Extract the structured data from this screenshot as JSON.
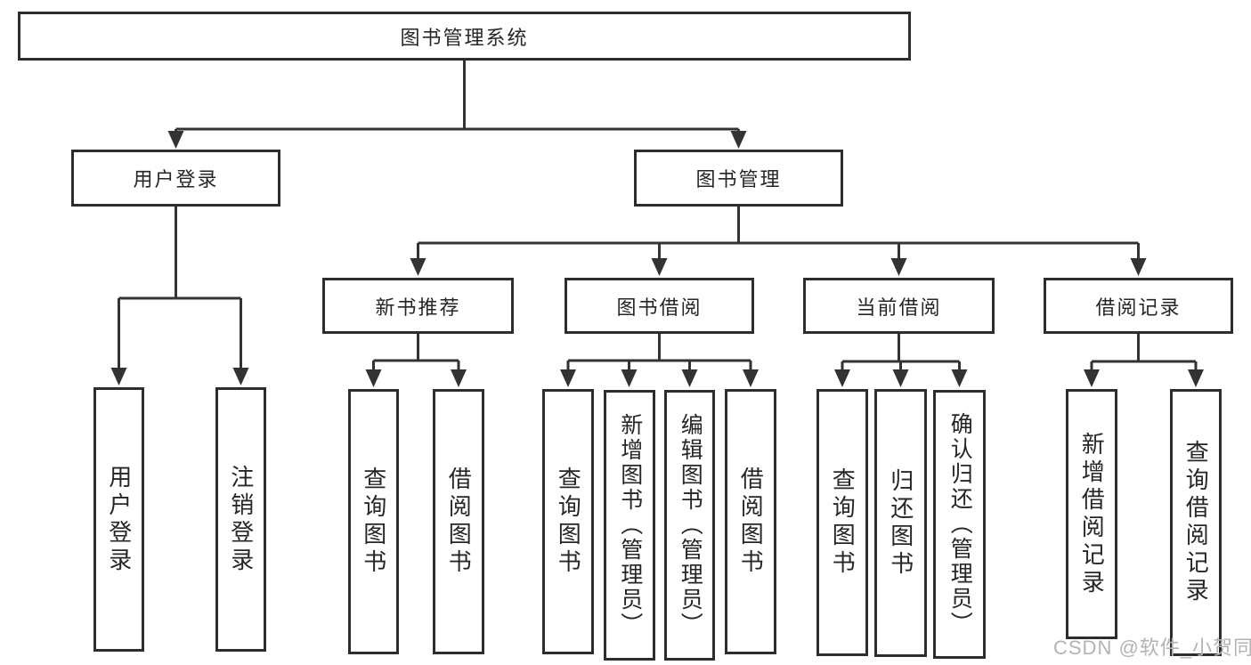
{
  "nodes": {
    "root": "图书管理系统",
    "login": "用户登录",
    "mgmt": "图书管理",
    "leaf_login": "用户登录",
    "leaf_logout": "注销登录",
    "rec": "新书推荐",
    "borrow": "图书借阅",
    "current": "当前借阅",
    "records": "借阅记录",
    "rec_query": "查询图书",
    "rec_borrow": "借阅图书",
    "borrow_query": "查询图书",
    "borrow_add": "新增图书（管理员）",
    "borrow_edit": "编辑图书（管理员）",
    "borrow_leaf_borrow": "借阅图书",
    "current_query": "查询图书",
    "current_return": "归还图书",
    "current_confirm": "确认归还（管理员）",
    "records_add": "新增借阅记录",
    "records_query": "查询借阅记录"
  },
  "hierarchy": {
    "图书管理系统": {
      "用户登录": [
        "用户登录",
        "注销登录"
      ],
      "图书管理": {
        "新书推荐": [
          "查询图书",
          "借阅图书"
        ],
        "图书借阅": [
          "查询图书",
          "新增图书（管理员）",
          "编辑图书（管理员）",
          "借阅图书"
        ],
        "当前借阅": [
          "查询图书",
          "归还图书",
          "确认归还（管理员）"
        ],
        "借阅记录": [
          "新增借阅记录",
          "查询借阅记录"
        ]
      }
    }
  },
  "watermark": {
    "text": "CSDN @软件_小贺同学"
  },
  "colors": {
    "line": "#333333",
    "box_border": "#2d2d2d",
    "text": "#262626",
    "watermark": "#b3b3b3",
    "background": "#ffffff"
  }
}
